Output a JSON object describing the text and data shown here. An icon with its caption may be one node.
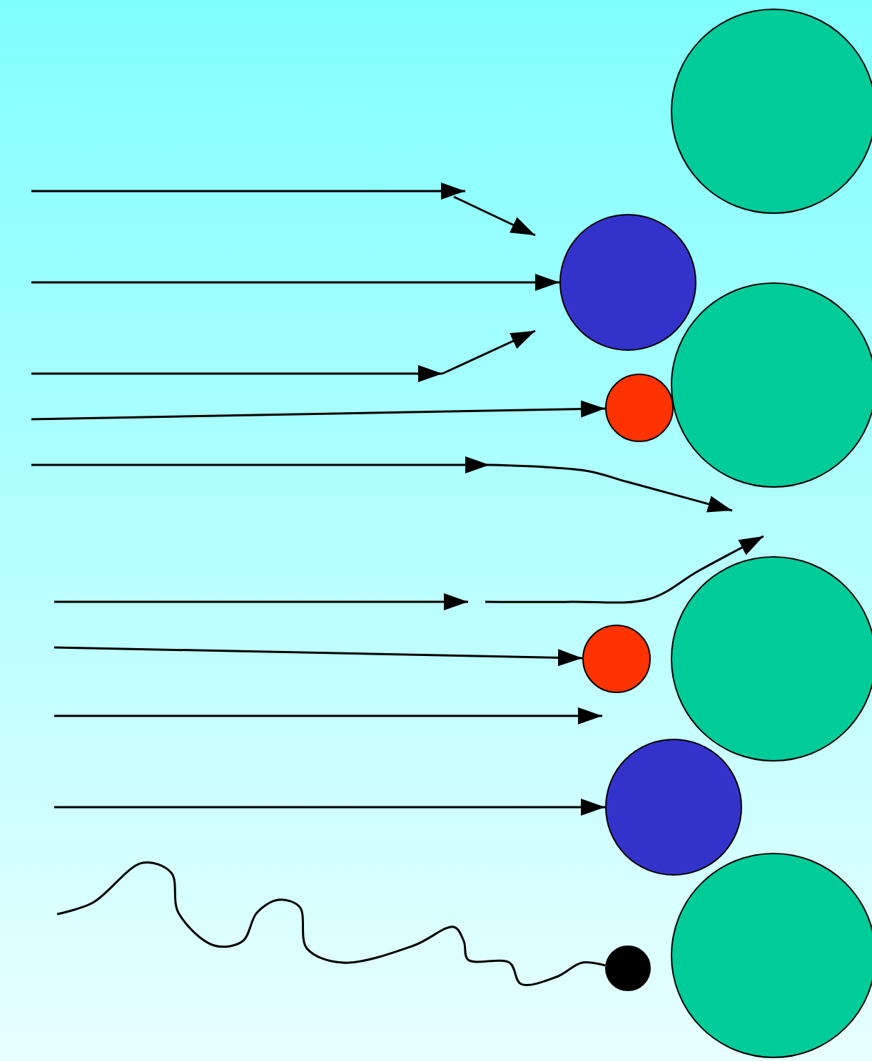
{
  "diagram": {
    "nodes": [
      {
        "text": [],
        "shape": "circle"
      },
      {
        "text": [],
        "shape": "circle"
      },
      {
        "text": [],
        "shape": "circle"
      },
      {
        "text": [],
        "shape": "circle"
      },
      {
        "text": [],
        "shape": "circle"
      },
      {
        "text": [],
        "shape": "circle"
      },
      {
        "text": [],
        "shape": "circle"
      },
      {
        "text": [],
        "shape": "circle"
      },
      {
        "text": [],
        "shape": "circle"
      }
    ],
    "edges": [
      {
        "from": null,
        "to": 1,
        "arrow": "to"
      },
      {
        "from": null,
        "to": 3,
        "arrow": "to"
      },
      {
        "from": null,
        "to": 4,
        "arrow": "to"
      },
      {
        "from": null,
        "to": 6,
        "arrow": "to"
      },
      {
        "from": null,
        "to": 8,
        "arrow": "none"
      }
    ]
  }
}
